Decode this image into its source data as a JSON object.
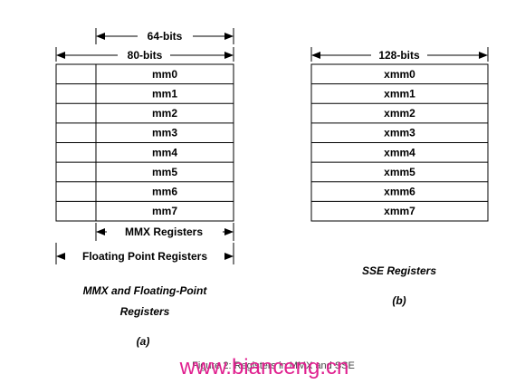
{
  "mmx": {
    "width_64_label": "64-bits",
    "width_80_label": "80-bits",
    "registers": [
      "mm0",
      "mm1",
      "mm2",
      "mm3",
      "mm4",
      "mm5",
      "mm6",
      "mm7"
    ],
    "mmx_label": "MMX Registers",
    "fp_label": "Floating Point Registers",
    "caption_line1": "MMX and Floating-Point",
    "caption_line2": "Registers",
    "caption_tag": "(a)"
  },
  "sse": {
    "width_label": "128-bits",
    "registers": [
      "xmm0",
      "xmm1",
      "xmm2",
      "xmm3",
      "xmm4",
      "xmm5",
      "xmm6",
      "xmm7"
    ],
    "caption": "SSE Registers",
    "caption_tag": "(b)"
  },
  "figure_caption": "Figure 2: Registers in MMX and SSE",
  "watermark": "www.bianceng.cn"
}
